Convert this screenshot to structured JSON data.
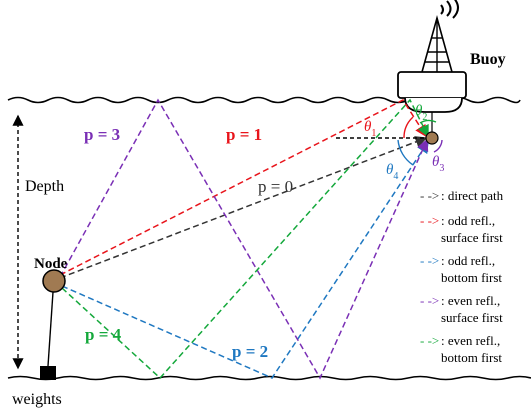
{
  "labels": {
    "buoy": "Buoy",
    "node": "Node",
    "depth": "Depth",
    "weights": "weights"
  },
  "paths": {
    "p0": "p = 0",
    "p1": "p = 1",
    "p2": "p = 2",
    "p3": "p = 3",
    "p4": "p = 4"
  },
  "angles": {
    "t1": "θ",
    "t1_sub": "1",
    "t2": "θ",
    "t2_sub": "2",
    "t3": "θ",
    "t3_sub": "3",
    "t4": "θ",
    "t4_sub": "4"
  },
  "legend": [
    {
      "key": "direct",
      "arrow": "- ->",
      "line1": ": direct path",
      "line2": "",
      "color": "#333333"
    },
    {
      "key": "odd_surface",
      "arrow": "- ->",
      "line1": ": odd refl.,",
      "line2": "surface first",
      "color": "#e8141b"
    },
    {
      "key": "odd_bottom",
      "arrow": "- ->",
      "line1": ": odd refl.,",
      "line2": "bottom first",
      "color": "#1f78c1"
    },
    {
      "key": "even_surface",
      "arrow": "- ->",
      "line1": ": even refl.,",
      "line2": "surface first",
      "color": "#7a2fb5"
    },
    {
      "key": "even_bottom",
      "arrow": "- ->",
      "line1": ": even refl.,",
      "line2": "bottom first",
      "color": "#14a83b"
    }
  ],
  "colors": {
    "direct": "#333333",
    "odd_surface": "#e8141b",
    "odd_bottom": "#1f78c1",
    "even_surface": "#7a2fb5",
    "even_bottom": "#14a83b",
    "node_fill": "#a07a52"
  }
}
